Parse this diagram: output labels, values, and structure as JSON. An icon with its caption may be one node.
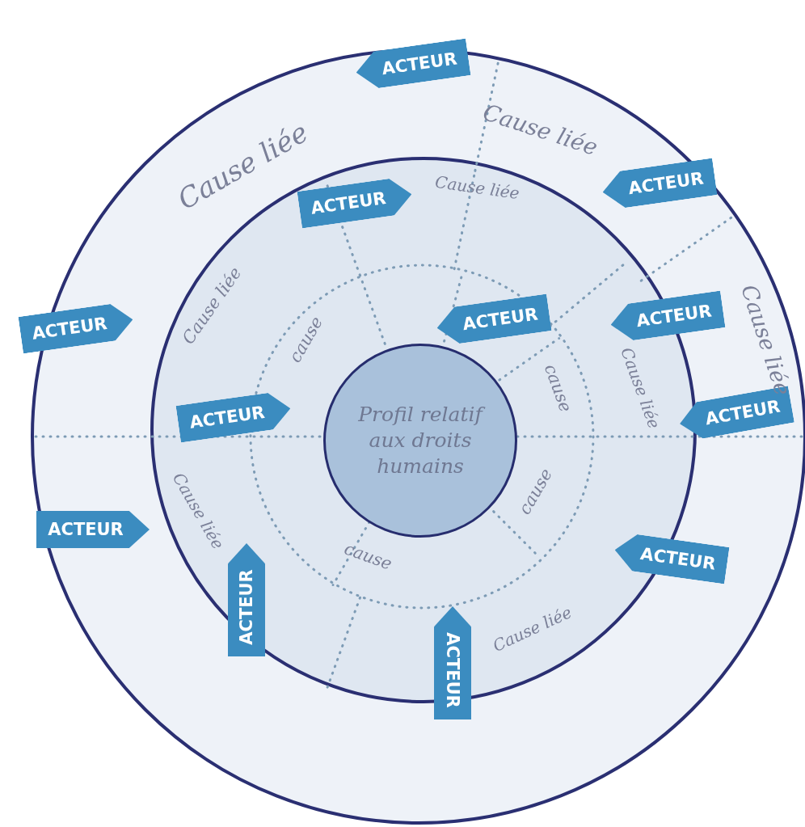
{
  "diagram": {
    "nodes": [
      {
        "text": [
          "Profil relatif aux droits humains"
        ]
      },
      {
        "text": [
          "ACTEUR"
        ]
      },
      {
        "text": [
          "ACTEUR"
        ]
      },
      {
        "text": [
          "ACTEUR"
        ]
      },
      {
        "text": [
          "ACTEUR"
        ]
      },
      {
        "text": [
          "ACTEUR"
        ]
      },
      {
        "text": [
          "ACTEUR"
        ]
      },
      {
        "text": [
          "ACTEUR"
        ]
      },
      {
        "text": [
          "ACTEUR"
        ]
      },
      {
        "text": [
          "ACTEUR"
        ]
      },
      {
        "text": [
          "ACTEUR"
        ]
      },
      {
        "text": [
          "ACTEUR"
        ]
      },
      {
        "text": [
          "ACTEUR"
        ]
      }
    ],
    "labels": [
      "Cause liée",
      "Cause liée",
      "Cause liée",
      "Cause liée",
      "Cause liée",
      "cause",
      "Cause liée",
      "cause",
      "cause",
      "Cause liée",
      "cause",
      "Cause liée"
    ]
  }
}
